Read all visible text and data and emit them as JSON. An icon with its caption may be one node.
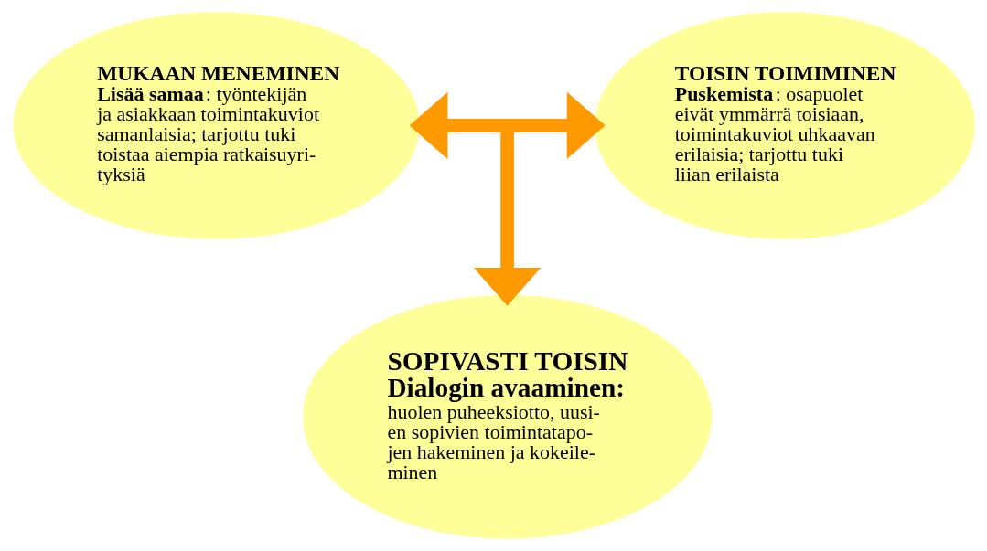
{
  "diagram": {
    "nodes": [
      {
        "text": [
          "MUKAAN MENEMINEN",
          "**Lisää samaa**: työntekijän ja asiakkaan toimintakuviot samanlaisia; tarjottu tuki toistaa aiempia ratkaisuyri- tyksiä"
        ]
      },
      {
        "text": [
          "TOISIN TOIMIMINEN",
          "**Puskemista**: osapuolet eivät ymmärrä toisiaan, toimintakuviot uhkaavan erilaisia; tarjottu tuki liian erilaista"
        ]
      },
      {
        "text": [
          "SOPIVASTI TOISIN",
          "Dialogin avaaminen:",
          "huolen puheeksiotto, uusi- en sopivien toimintatapo- jen hakeminen ja kokeile- minen"
        ]
      }
    ],
    "edges": [
      {
        "from": 0,
        "to": 1,
        "arrow": "both"
      },
      {
        "from": null,
        "to": 2,
        "arrow": "to"
      }
    ]
  }
}
